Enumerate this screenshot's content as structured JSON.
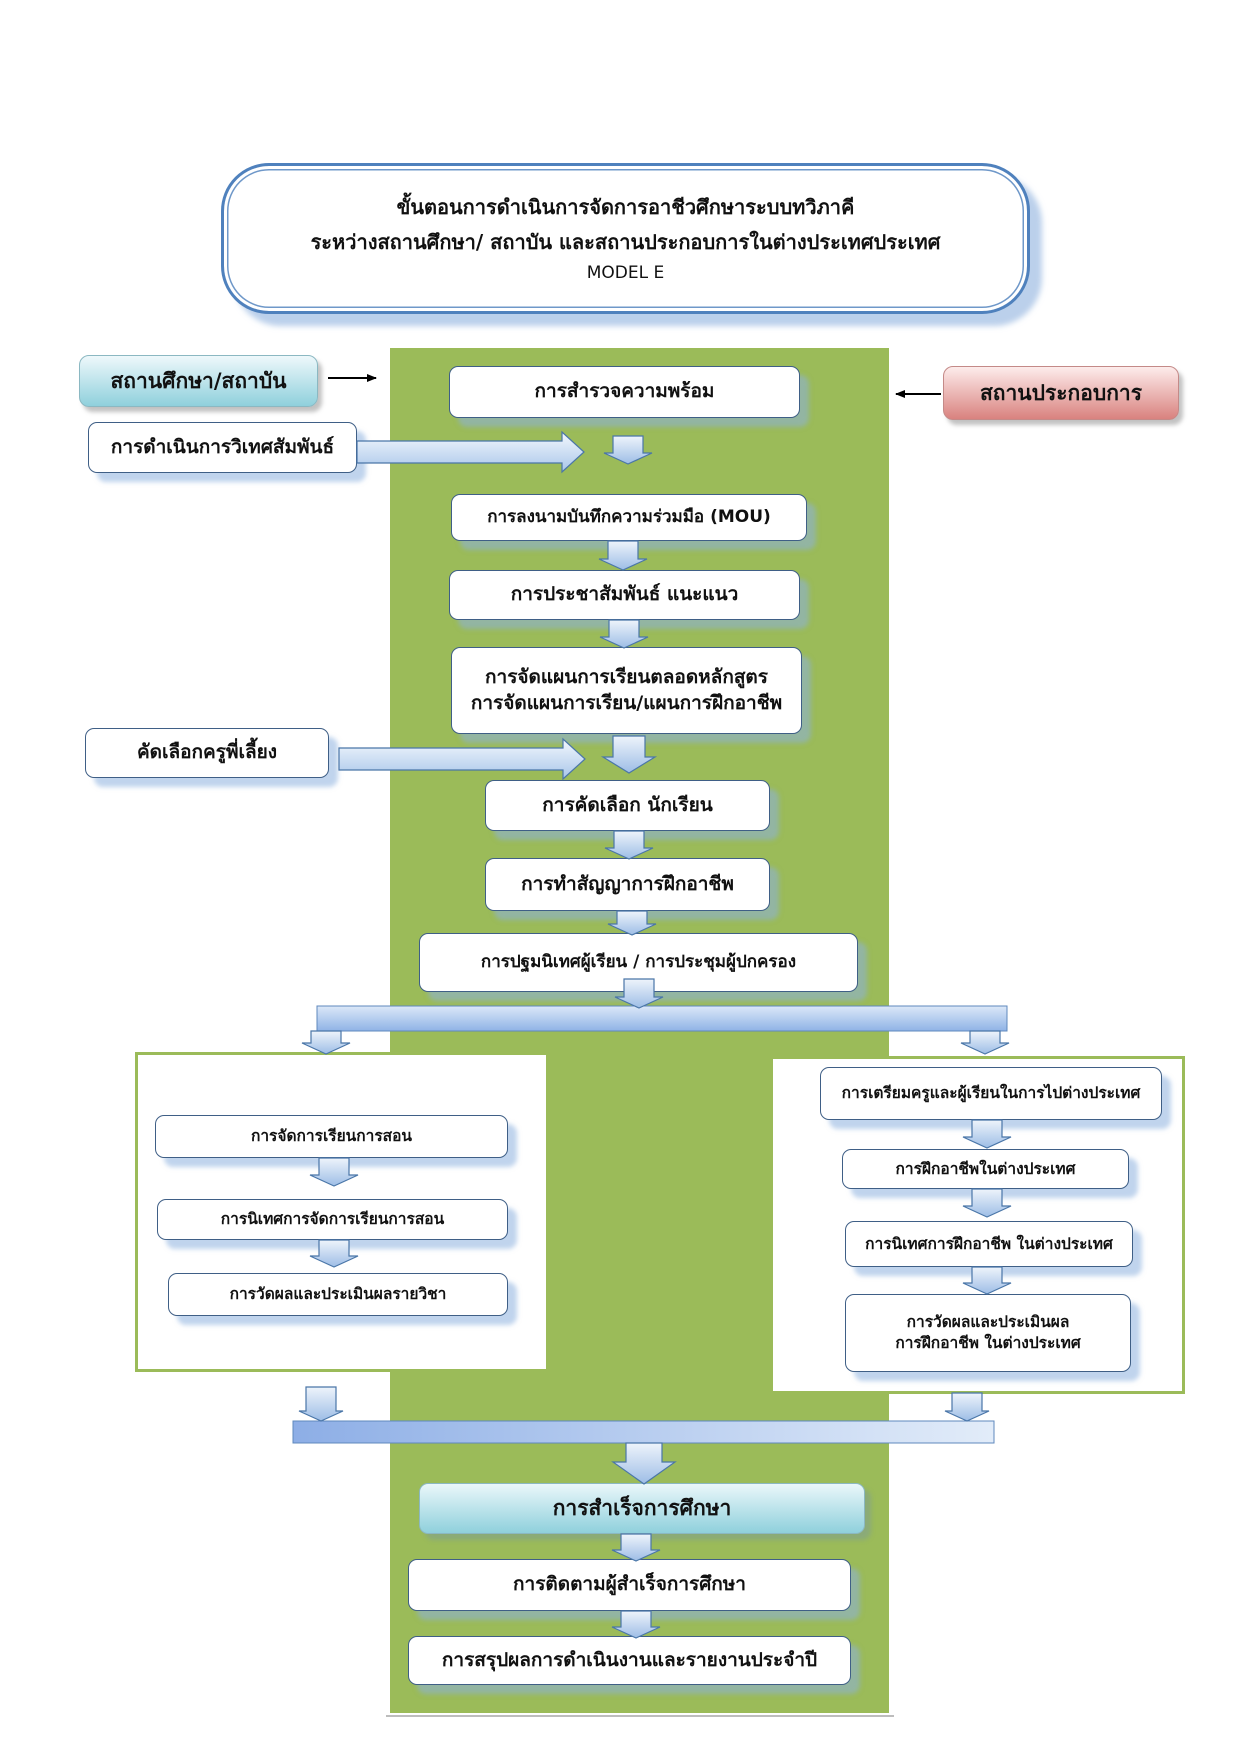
{
  "title": {
    "line1": "ขั้นตอนการดำเนินการจัดการอาชีวศึกษาระบบทวิภาคี",
    "line2": "ระหว่างสถานศึกษา/ สถาบัน และสถานประกอบการในต่างประเทศประเทศ",
    "line3": "MODEL E"
  },
  "actors": {
    "institution": "สถานศึกษา/สถาบัน",
    "enterprise": "สถานประกอบการ"
  },
  "side_steps": {
    "international_relations": "การดำเนินการวิเทศสัมพันธ์",
    "mentor_selection": "คัดเลือกครูพี่เลี้ยง"
  },
  "main_steps": {
    "readiness_survey": "การสำรวจความพร้อม",
    "mou": "การลงนามบันทึกความร่วมมือ (MOU)",
    "publicity": "การประชาสัมพันธ์ แนะแนว",
    "plan_line1": "การจัดแผนการเรียนตลอดหลักสูตร",
    "plan_line2": "การจัดแผนการเรียน/แผนการฝึกอาชีพ",
    "student_selection": "การคัดเลือก นักเรียน",
    "contract": "การทำสัญญาการฝึกอาชีพ",
    "orientation": "การปฐมนิเทศผู้เรียน / การประชุมผู้ปกครอง"
  },
  "school_branch": {
    "teaching": "การจัดการเรียนการสอน",
    "supervision": "การนิเทศการจัดการเรียนการสอน",
    "evaluation": "การวัดผลและประเมินผลรายวิชา"
  },
  "abroad_branch": {
    "preparation": "การเตรียมครูและผู้เรียนในการไปต่างประเทศ",
    "training": "การฝึกอาชีพในต่างประเทศ",
    "supervision": "การนิเทศการฝึกอาชีพ ในต่างประเทศ",
    "evaluation_line1": "การวัดผลและประเมินผล",
    "evaluation_line2": "การฝึกอาชีพ ในต่างประเทศ"
  },
  "final_steps": {
    "graduation": "การสำเร็จการศึกษา",
    "tracking": "การติดตามผู้สำเร็จการศึกษา",
    "summary": "การสรุปผลการดำเนินงานและรายงานประจำปี"
  },
  "colors": {
    "column_green": "#9bbb59",
    "box_border": "#3f5f86",
    "arrow_blue": "#8fb3e6",
    "title_border": "#4f81bd",
    "institution_cyan": "#8fd0dc",
    "enterprise_pink": "#d9827f"
  }
}
